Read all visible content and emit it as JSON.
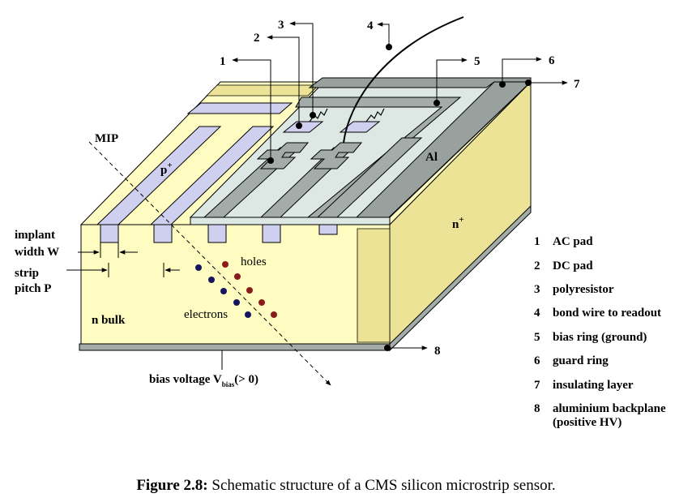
{
  "labels": {
    "mip": "MIP",
    "p_plus": "p",
    "plus_sign": "+",
    "n_plus": "n",
    "al": "Al",
    "holes": "holes",
    "electrons": "electrons",
    "n_bulk": "n bulk",
    "implant_line1": "implant",
    "implant_line2": "width W",
    "strip_line1": "strip",
    "strip_line2": "pitch P",
    "bias_prefix": "bias voltage V",
    "bias_sub": "bias",
    "bias_suffix": "(> 0)"
  },
  "callouts": [
    "1",
    "2",
    "3",
    "4",
    "5",
    "6",
    "7",
    "8"
  ],
  "legend": [
    {
      "num": "1",
      "text": "AC pad"
    },
    {
      "num": "2",
      "text": "DC pad"
    },
    {
      "num": "3",
      "text": "polyresistor"
    },
    {
      "num": "4",
      "text": "bond wire to readout"
    },
    {
      "num": "5",
      "text": "bias ring (ground)"
    },
    {
      "num": "6",
      "text": "guard ring"
    },
    {
      "num": "7",
      "text": "insulating layer"
    },
    {
      "num": "8",
      "text": "aluminium backplane"
    },
    {
      "num": "",
      "text": "(positive HV)"
    }
  ],
  "caption": {
    "label": "Figure 2.8:",
    "text": " Schematic structure of a CMS silicon microstrip sensor."
  },
  "colors": {
    "bulk": "#fefcc0",
    "bulk_side": "#ede396",
    "implant": "#cfcff0",
    "oxide": "#dde8e4",
    "aluminium": "#a3aca8",
    "guard": "#98a19d",
    "hole": "#8b1a1a",
    "electron": "#151560"
  }
}
